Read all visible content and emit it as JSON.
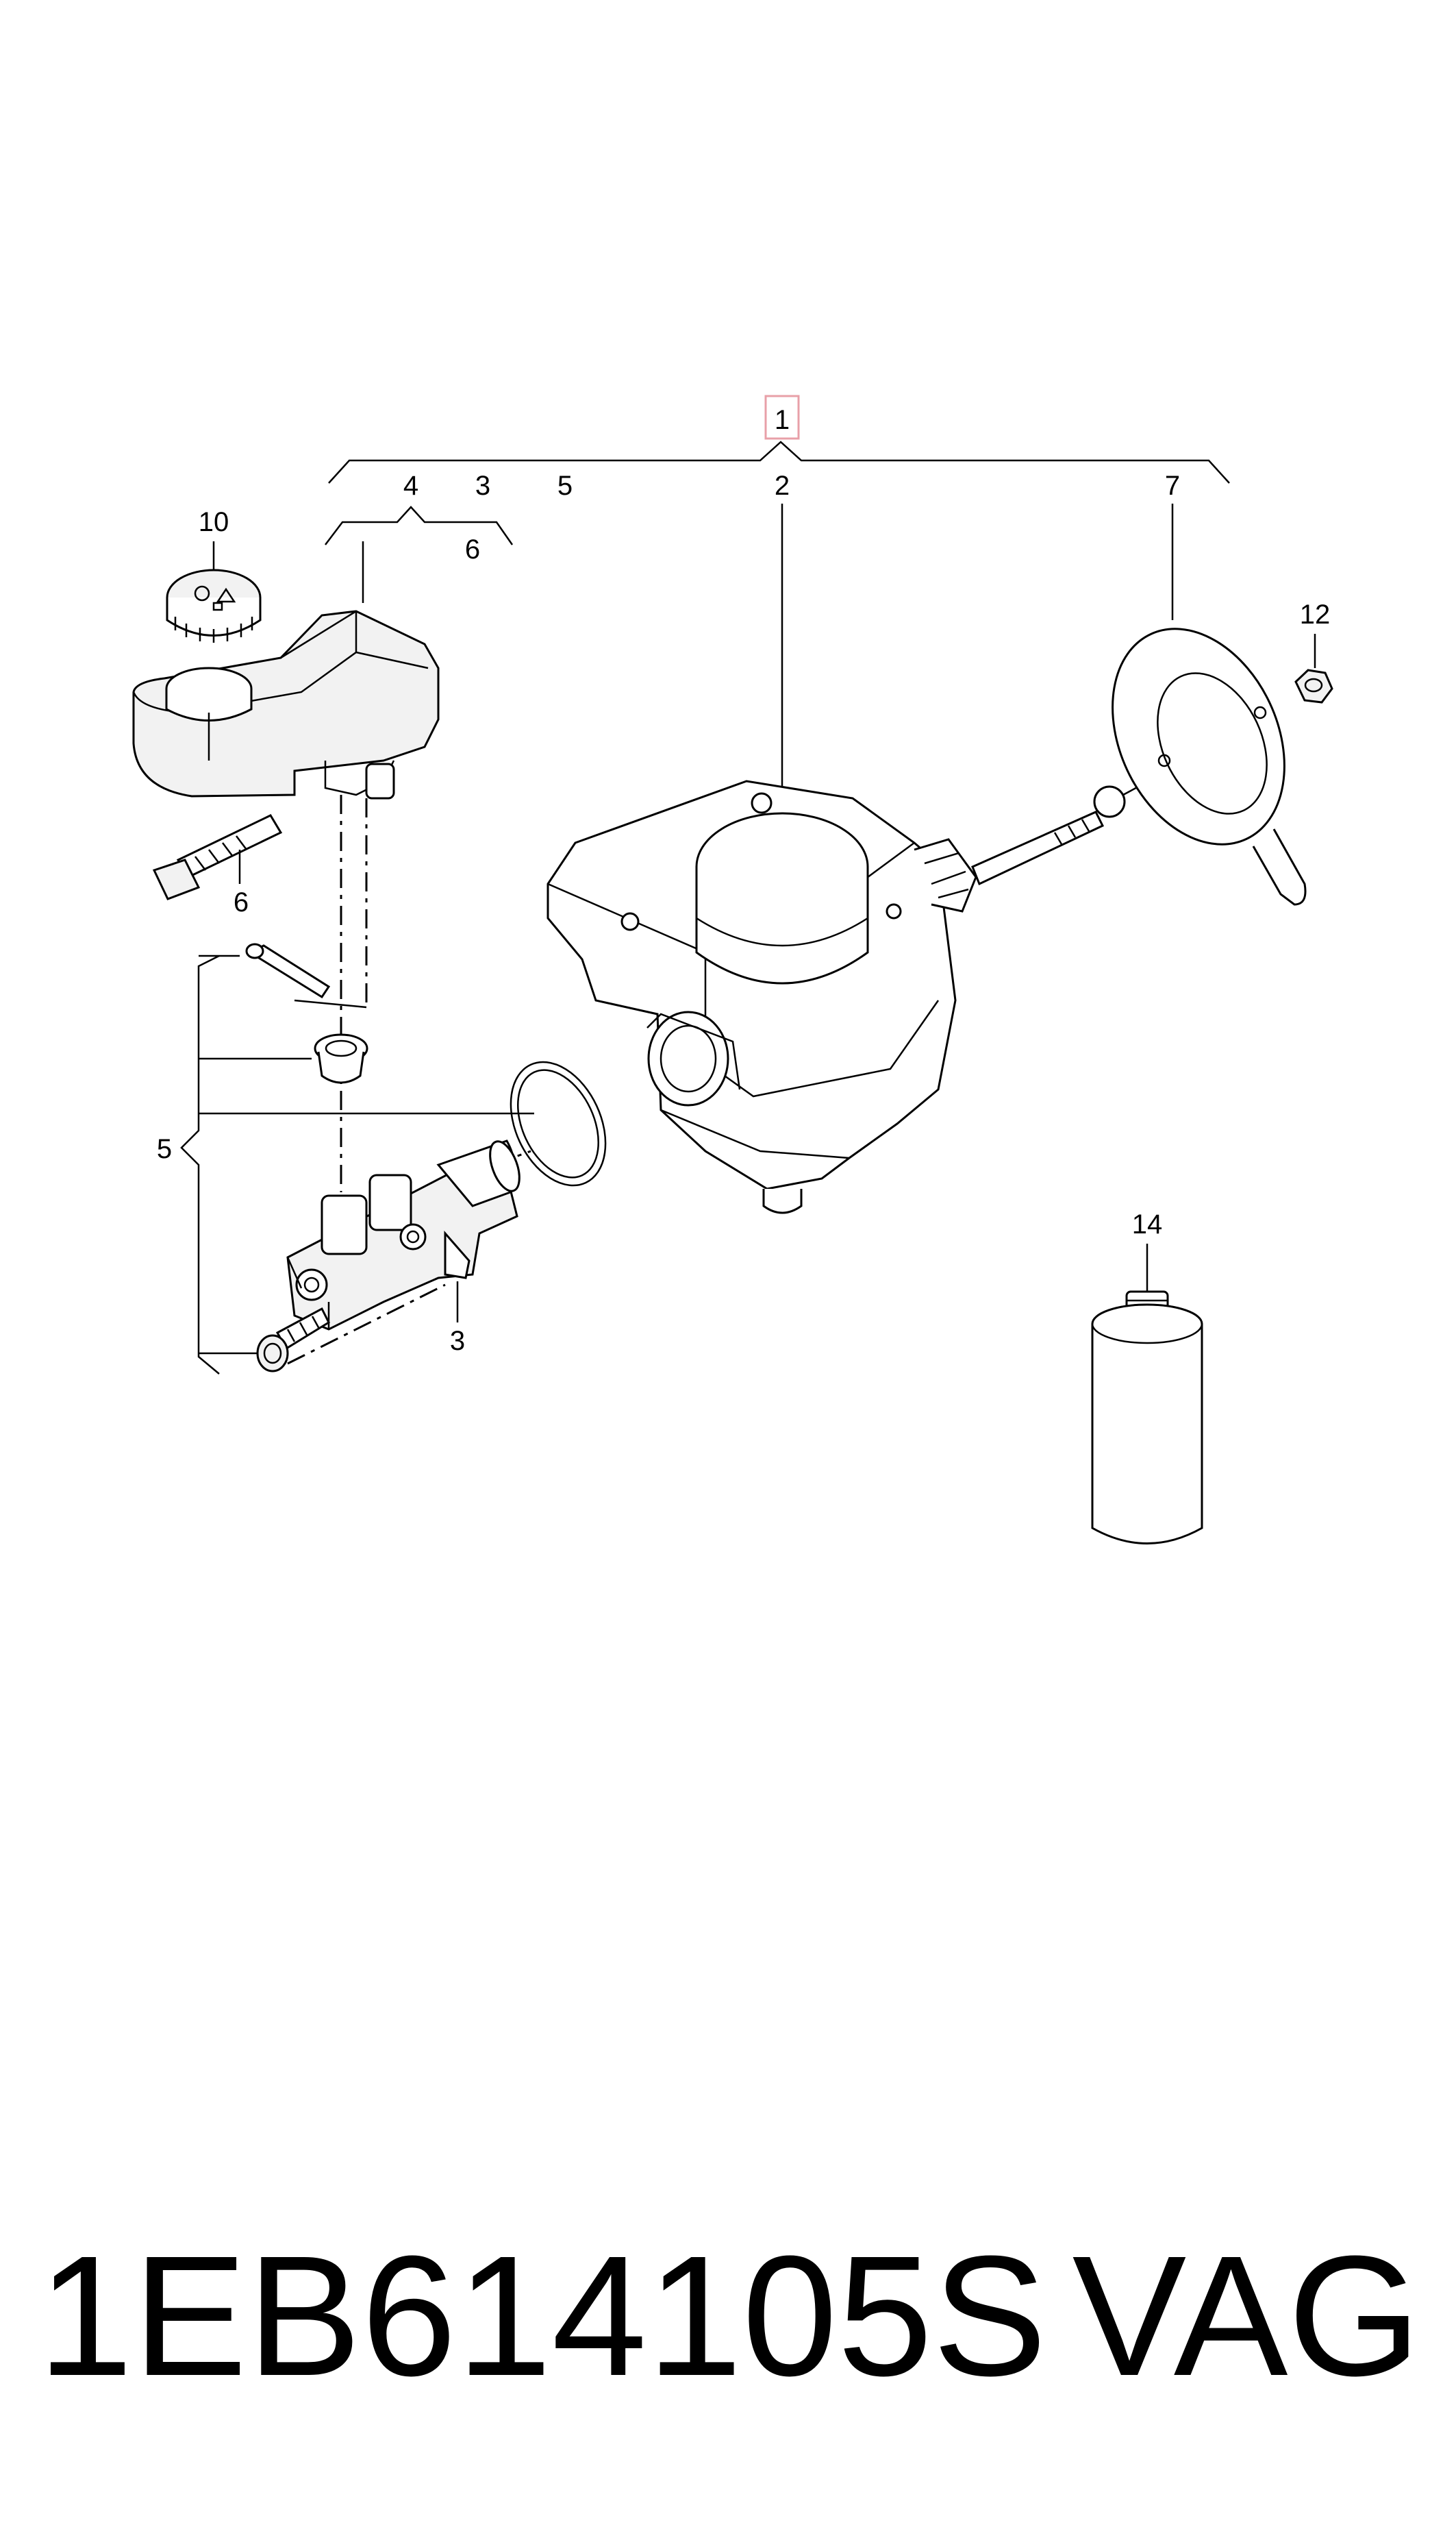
{
  "callouts": {
    "c1": "1",
    "c2": "2",
    "c3_top": "3",
    "c3_bottom": "3",
    "c4": "4",
    "c5_top": "5",
    "c5_left": "5",
    "c6_top": "6",
    "c6_left": "6",
    "c7": "7",
    "c10": "10",
    "c12": "12",
    "c14": "14"
  },
  "footer": {
    "part_number": "1EB614105S",
    "brand": "VAG"
  },
  "colors": {
    "line": "#000000",
    "highlight_box": "#e8a0a8"
  }
}
